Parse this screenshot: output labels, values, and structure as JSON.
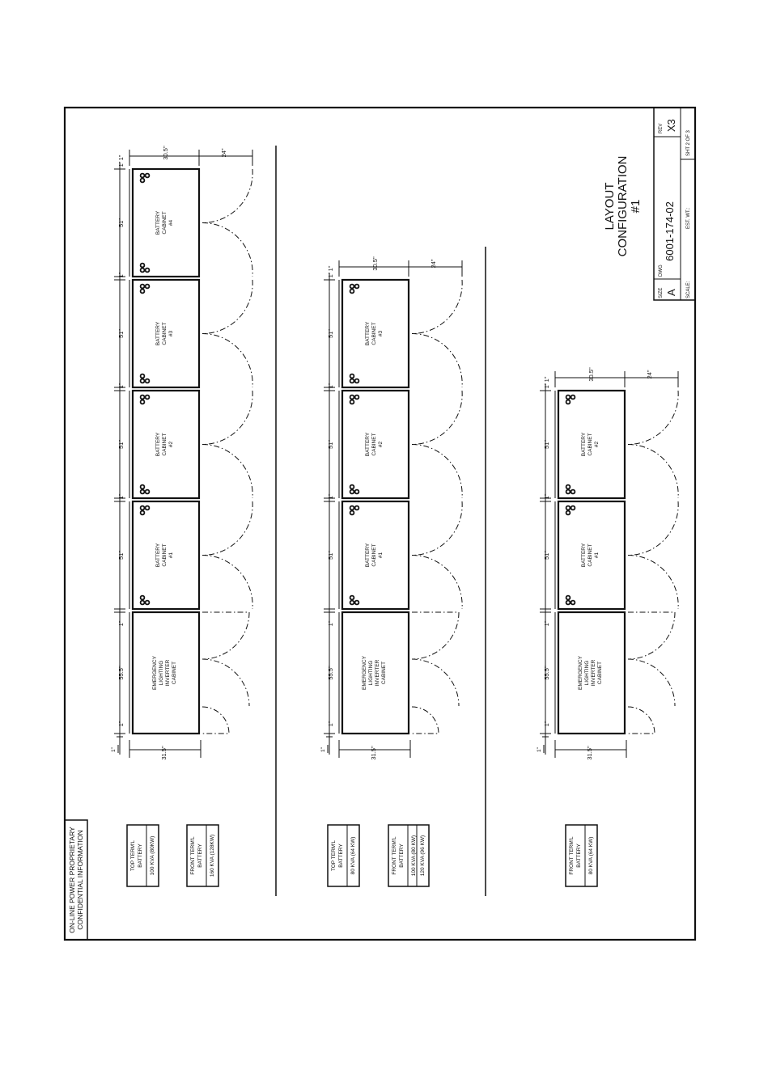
{
  "sheet": {
    "confidential_line1": "ON-LINE POWER PROPRIETARY",
    "confidential_line2": "CONFIDENTIAL INFORMATION"
  },
  "title_block": {
    "title_line1": "LAYOUT",
    "title_line2": "CONFIGURATION",
    "title_line3": "#1",
    "size_label": "SIZE",
    "size_value": "A",
    "dwg_label": "DWG",
    "dwg_number": "6001-174-02",
    "rev_label": "REV",
    "rev_value": "X3",
    "scale_label": "SCALE:",
    "est_wt_label": "EST. WT.:",
    "sheet_label": "SHT  2  OF  3"
  },
  "dimensions": {
    "gap": "1\"",
    "cabinet_width": "51\"",
    "inverter_width": "55.5\"",
    "depth": "30.5\"",
    "inverter_depth": "31.5\"",
    "door_swing": "24\""
  },
  "cabinet_labels": {
    "battery_line1": "BATTERY",
    "battery_line2": "CABINET",
    "inverter_line1": "EMERGENCY",
    "inverter_line2": "LIGHTING",
    "inverter_line3": "INVERTER",
    "inverter_line4": "CABINET",
    "numbers": [
      "#1",
      "#2",
      "#3",
      "#4"
    ]
  },
  "rows": [
    {
      "cabinet_count": 4,
      "tables": [
        {
          "header_line1": "TOP TERM'L",
          "header_line2": "BATTERY",
          "rows": [
            "100 KVA  (80KW)"
          ]
        },
        {
          "header_line1": "FRONT TERM'L",
          "header_line2": "BATTERY",
          "rows": [
            "160 KVA  (128KW)"
          ]
        }
      ]
    },
    {
      "cabinet_count": 3,
      "tables": [
        {
          "header_line1": "TOP TERM'L",
          "header_line2": "BATTERY",
          "rows": [
            "80 KVA  (64 KW)"
          ]
        },
        {
          "header_line1": "FRONT TERM'L",
          "header_line2": "BATTERY",
          "rows": [
            "100 KVA  (80 KW)",
            "120 KVA  (96 KW)"
          ]
        }
      ]
    },
    {
      "cabinet_count": 2,
      "tables": [
        {
          "header_line1": "FRONT TERM'L",
          "header_line2": "BATTERY",
          "rows": [
            "80 KVA  (64 KW)"
          ]
        }
      ]
    }
  ]
}
